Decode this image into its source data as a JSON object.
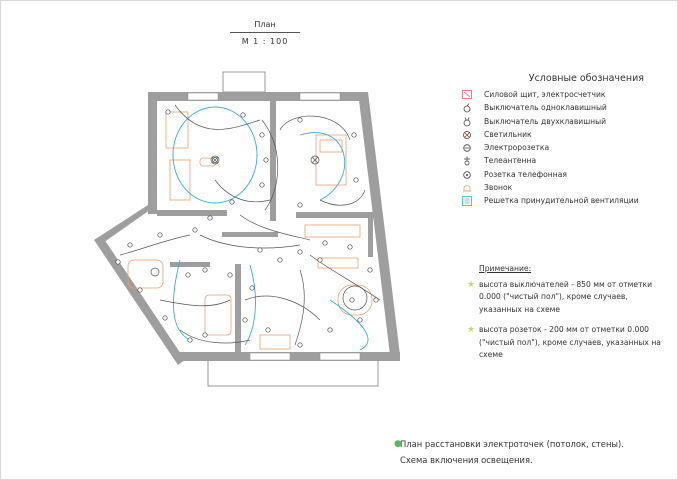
{
  "plan": {
    "title": "План",
    "scale": "М 1 : 100"
  },
  "legend": {
    "heading": "Условные обозначения",
    "items": [
      {
        "icon": "power-panel-icon",
        "label": "Силовой щит, электросчетчик"
      },
      {
        "icon": "switch-single-icon",
        "label": "Выключатель одноклавишный"
      },
      {
        "icon": "switch-double-icon",
        "label": "Выключатель двухклавишный"
      },
      {
        "icon": "light-fixture-icon",
        "label": "Светильник"
      },
      {
        "icon": "power-outlet-icon",
        "label": "Электророзетка"
      },
      {
        "icon": "tv-antenna-icon",
        "label": "Телеантенна"
      },
      {
        "icon": "phone-outlet-icon",
        "label": "Розетка телефонная"
      },
      {
        "icon": "bell-icon",
        "label": "Звонок"
      },
      {
        "icon": "ventilation-grille-icon",
        "label": "Решетка принудительной вентиляции"
      }
    ]
  },
  "notes": {
    "heading": "Примечание:",
    "items": [
      "высота выключателей - 850 мм от отметки 0.000 (\"чистый пол\"), кроме случаев, указанных на схеме",
      "высота розеток - 200 мм от отметки 0.000 (\"чистый пол\"), кроме случаев, указанных на схеме"
    ]
  },
  "footer": {
    "line1": "План расстановки электроточек (потолок, стены).",
    "line2": "Схема включения освещения."
  },
  "colors": {
    "wall": "#9e9e9e",
    "furniture": "#e8a070",
    "wire": "#555555",
    "light_circuit": "#3aaed8",
    "note_star": "#cbd57a",
    "footer_dot": "#5cb85c"
  }
}
